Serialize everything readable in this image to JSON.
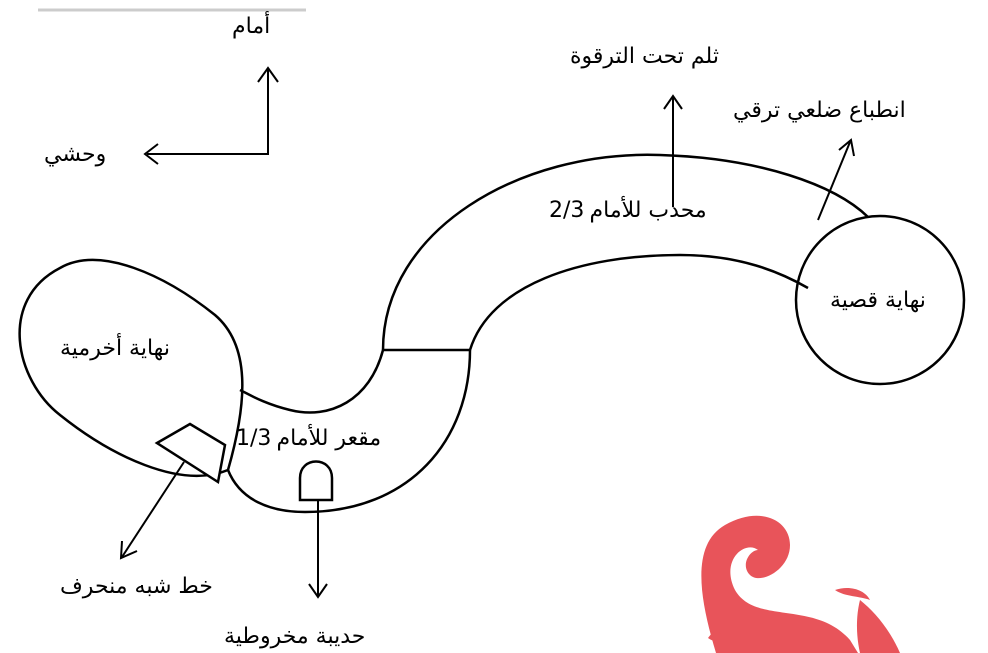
{
  "labels": {
    "forward": "أمام",
    "lateral": "وحشي",
    "subclavian_groove": "ثلم تحت الترقوة",
    "costoclavicular_impression": "انطباع ضلعي ترقي",
    "convex_forward_fraction": "2/3",
    "convex_forward_text": "محدب للأمام",
    "acromial_end": "نهاية أخرمية",
    "sternal_end": "نهاية قصية",
    "concave_forward_fraction": "1/3",
    "concave_forward_text": "مقعر للأمام",
    "trapezoid_line": "خط شبه منحرف",
    "conoid_tubercle": "حديبة مخروطية"
  },
  "colors": {
    "line": "#000000",
    "watermark": "#e8545a"
  },
  "icons": {
    "watermark": "red-wave-logo"
  }
}
